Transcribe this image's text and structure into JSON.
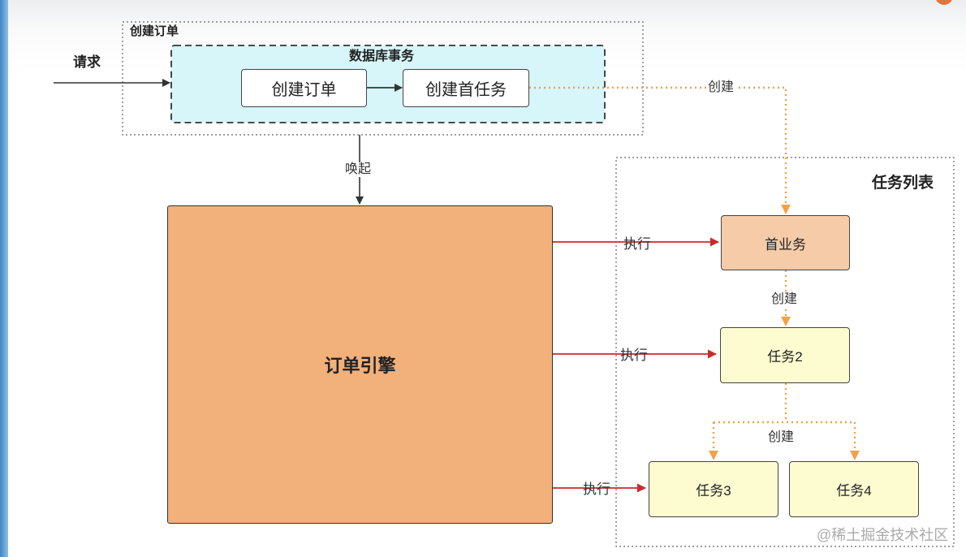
{
  "groups": {
    "create_order": "创建订单",
    "db_transaction": "数据库事务",
    "task_list": "任务列表"
  },
  "labels": {
    "request": "请求",
    "wake": "唤起",
    "create_top": "创建",
    "create_mid": "创建",
    "create_bottom": "创建",
    "execute_1": "执行",
    "execute_2": "执行",
    "execute_3": "执行"
  },
  "nodes": {
    "create_order": "创建订单",
    "create_first_task": "创建首任务",
    "order_engine": "订单引擎",
    "first_business": "首业务",
    "task2": "任务2",
    "task3": "任务3",
    "task4": "任务4"
  },
  "watermark": "@稀土掘金技术社区",
  "colors": {
    "transaction_fill": "#d6f6fa",
    "engine_fill": "#f2b07a",
    "first_business_fill": "#f5cba8",
    "task_fill": "#fdfcd0",
    "exec_arrow": "#cc2a2a",
    "create_arrow": "#f0a24a",
    "edge_black": "#333333"
  }
}
